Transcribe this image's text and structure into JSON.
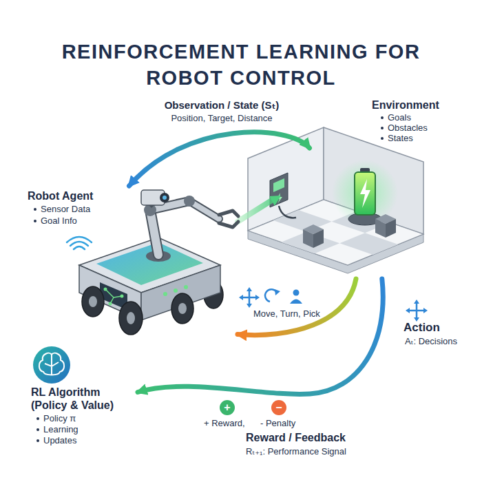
{
  "diagram": {
    "title": "REINFORCEMENT LEARNING FOR ROBOT CONTROL",
    "nodes": [
      {
        "text": [
          "Environment",
          "Goals",
          "Obstacles",
          "States"
        ]
      },
      {
        "text": [
          "Robot Agent",
          "Sensor Data",
          "Goal Info"
        ]
      },
      {
        "text": [
          "RL Algorithm (Policy & Value)",
          "Policy π",
          "Learning",
          "Updates"
        ]
      }
    ],
    "edges": [
      {
        "from": 0,
        "to": 1,
        "arrow": "both",
        "label": "Observation / State (Sₜ)"
      },
      {
        "from": 0,
        "to": 1,
        "arrow": "to",
        "label": "Move, Turn, Pick"
      },
      {
        "from": 0,
        "to": 2,
        "arrow": "to",
        "label": "Reward / Feedback"
      }
    ],
    "labels": [
      "Position, Target, Distance",
      "Action",
      "Aₜ: Decisions",
      "+",
      "−",
      "+ Reward,",
      "- Penalty",
      "Rₜ₊₁: Performance Signal"
    ]
  }
}
